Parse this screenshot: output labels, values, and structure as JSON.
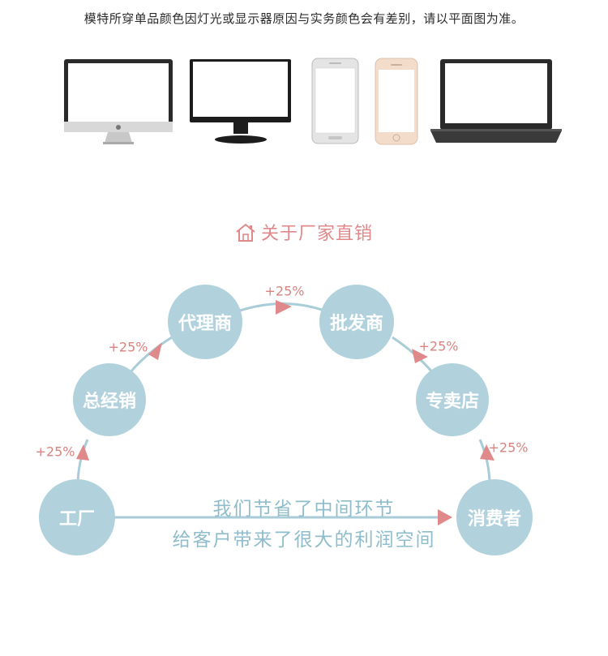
{
  "notice": "模特所穿单品颜色因灯光或显示器原因与实务颜色会有差别，请以平面图为准。",
  "section_title": "关于厂家直销",
  "icons": {
    "title_icon": "house-icon"
  },
  "colors": {
    "node_fill": "#b1d2dc",
    "arc_stroke": "#a8cdd8",
    "arrow": "#e0898b",
    "percent_text": "#d9837f",
    "title_text": "#e0898b",
    "message_text": "#8fbdcc"
  },
  "nodes": [
    {
      "label": "工厂"
    },
    {
      "label": "总经销"
    },
    {
      "label": "代理商"
    },
    {
      "label": "批发商"
    },
    {
      "label": "专卖店"
    },
    {
      "label": "消费者"
    }
  ],
  "markups": [
    "+25%",
    "+25%",
    "+25%",
    "+25%",
    "+25%"
  ],
  "message": {
    "line1": "我们节省了中间环节",
    "line2": "给客户带来了很大的利润空间"
  },
  "devices": [
    {
      "name": "desktop-imac"
    },
    {
      "name": "monitor"
    },
    {
      "name": "phone-android"
    },
    {
      "name": "phone-iphone"
    },
    {
      "name": "laptop"
    }
  ]
}
